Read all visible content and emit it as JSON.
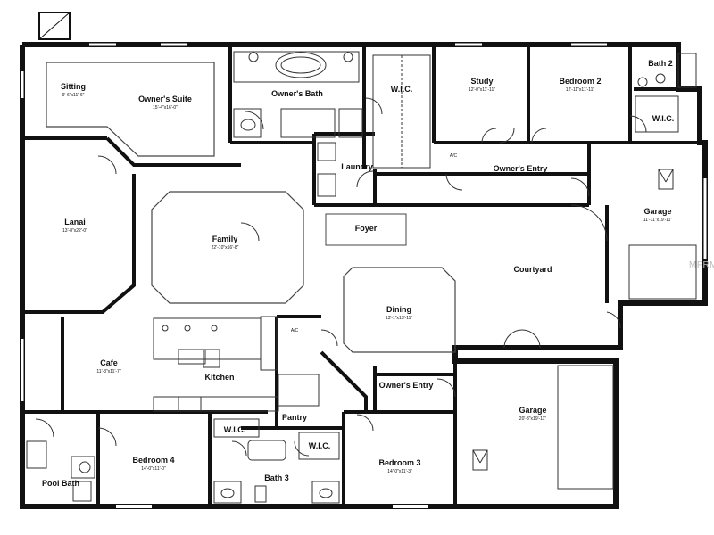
{
  "rooms": {
    "sitting": {
      "name": "Sitting",
      "dim": "9'-6\"x11'-6\""
    },
    "owners_suite": {
      "name": "Owner's Suite",
      "dim": "15'-4\"x16'-0\""
    },
    "owners_bath": {
      "name": "Owner's Bath",
      "dim": ""
    },
    "wic_top": {
      "name": "W.I.C.",
      "dim": ""
    },
    "study": {
      "name": "Study",
      "dim": "12'-0\"x11'-11\""
    },
    "bedroom2": {
      "name": "Bedroom 2",
      "dim": "12'-11\"x11'-11\""
    },
    "bath2": {
      "name": "Bath 2",
      "dim": ""
    },
    "wic_bed2": {
      "name": "W.I.C.",
      "dim": ""
    },
    "laundry": {
      "name": "Laundry",
      "dim": ""
    },
    "owners_entry_top": {
      "name": "Owner's Entry",
      "dim": ""
    },
    "ac_top": {
      "name": "A/C",
      "dim": ""
    },
    "garage_top": {
      "name": "Garage",
      "dim": "11'-11\"x19'-11\""
    },
    "lanai": {
      "name": "Lanai",
      "dim": "13'-8\"x22'-0\""
    },
    "family": {
      "name": "Family",
      "dim": "22'-10\"x16'-8\""
    },
    "foyer": {
      "name": "Foyer",
      "dim": ""
    },
    "courtyard": {
      "name": "Courtyard",
      "dim": ""
    },
    "dining": {
      "name": "Dining",
      "dim": "13'-1\"x13'-11\""
    },
    "ac_mid": {
      "name": "A/C",
      "dim": ""
    },
    "cafe": {
      "name": "Cafe",
      "dim": "11'-3\"x11'-7\""
    },
    "kitchen": {
      "name": "Kitchen",
      "dim": ""
    },
    "owners_entry_bottom": {
      "name": "Owner's Entry",
      "dim": ""
    },
    "garage_bottom": {
      "name": "Garage",
      "dim": "20'-3\"x19'-11\""
    },
    "pantry": {
      "name": "Pantry",
      "dim": ""
    },
    "wic_bed4": {
      "name": "W.I.C.",
      "dim": ""
    },
    "wic_bed3": {
      "name": "W.I.C.",
      "dim": ""
    },
    "bedroom4": {
      "name": "Bedroom 4",
      "dim": "14'-0\"x11'-0\""
    },
    "bath3": {
      "name": "Bath 3",
      "dim": ""
    },
    "bedroom3": {
      "name": "Bedroom 3",
      "dim": "14'-0\"x11'-3\""
    },
    "pool_bath": {
      "name": "Pool Bath",
      "dim": ""
    }
  },
  "watermark": "MFRMLS",
  "colors": {
    "wall": "#111111",
    "thin": "#444444",
    "window": "#ffffff"
  }
}
